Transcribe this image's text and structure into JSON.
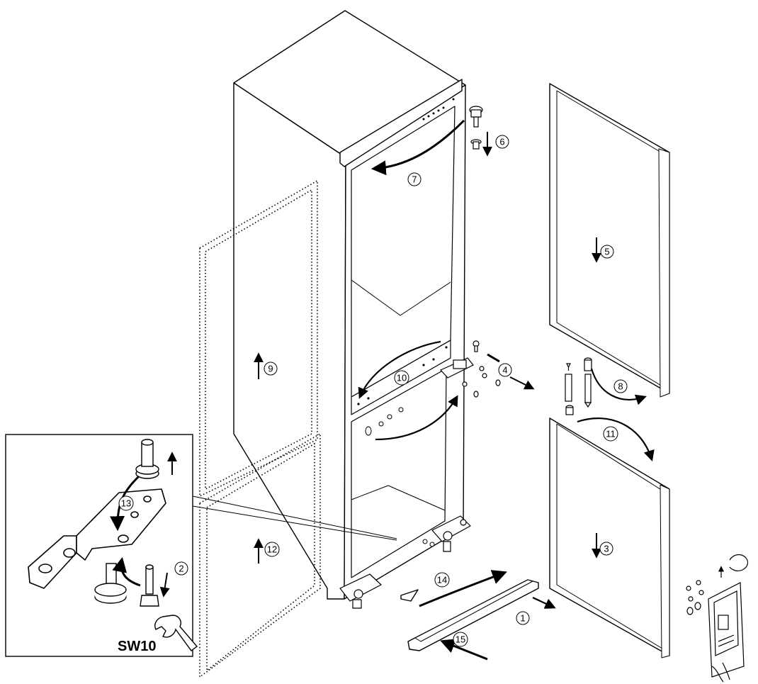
{
  "colors": {
    "line": "#000000",
    "background": "#ffffff"
  },
  "steps": [
    {
      "id": "1",
      "label": "1"
    },
    {
      "id": "2",
      "label": "2"
    },
    {
      "id": "3",
      "label": "3"
    },
    {
      "id": "4",
      "label": "4"
    },
    {
      "id": "5",
      "label": "5"
    },
    {
      "id": "6",
      "label": "6"
    },
    {
      "id": "7",
      "label": "7"
    },
    {
      "id": "8",
      "label": "8"
    },
    {
      "id": "9",
      "label": "9"
    },
    {
      "id": "10",
      "label": "10"
    },
    {
      "id": "11",
      "label": "11"
    },
    {
      "id": "12",
      "label": "12"
    },
    {
      "id": "13",
      "label": "13"
    },
    {
      "id": "14",
      "label": "14"
    },
    {
      "id": "15",
      "label": "15"
    }
  ],
  "inset": {
    "tool_label": "SW10"
  },
  "icons": [
    "wrench-icon",
    "hinge-icon",
    "screw-icon",
    "bolt-icon",
    "hand-icon",
    "parts-bag-icon"
  ]
}
